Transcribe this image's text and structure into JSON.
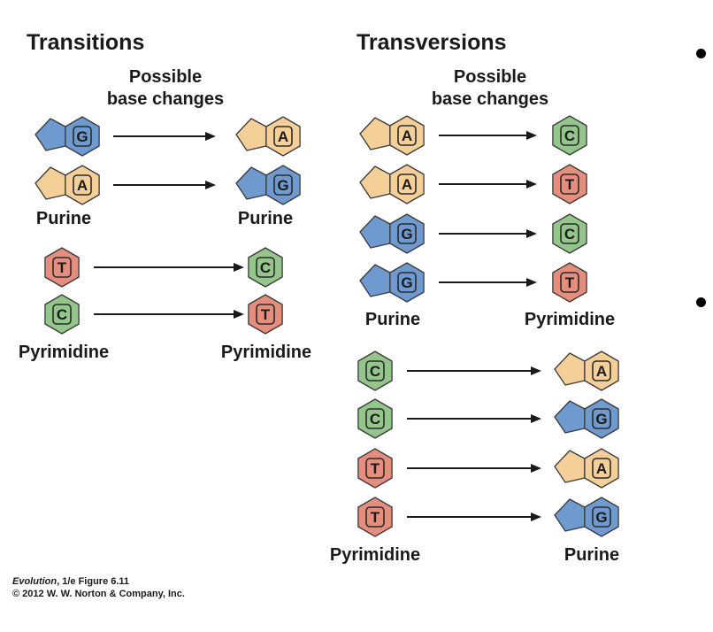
{
  "transitions": {
    "title": "Transitions",
    "header": [
      "Possible",
      "base changes"
    ],
    "purine_rows": [
      {
        "from": "G",
        "to": "A"
      },
      {
        "from": "A",
        "to": "G"
      }
    ],
    "purine_left_label": "Purine",
    "purine_right_label": "Purine",
    "pyrimidine_rows": [
      {
        "from": "T",
        "to": "C"
      },
      {
        "from": "C",
        "to": "T"
      }
    ],
    "pyrimidine_left_label": "Pyrimidine",
    "pyrimidine_right_label": "Pyrimidine"
  },
  "transversions": {
    "title": "Transversions",
    "header": [
      "Possible",
      "base changes"
    ],
    "purine_rows": [
      {
        "from": "A",
        "to": "C"
      },
      {
        "from": "A",
        "to": "T"
      },
      {
        "from": "G",
        "to": "C"
      },
      {
        "from": "G",
        "to": "T"
      }
    ],
    "purine_left_label": "Purine",
    "purine_right_label": "Pyrimidine",
    "pyrimidine_rows": [
      {
        "from": "C",
        "to": "A"
      },
      {
        "from": "C",
        "to": "G"
      },
      {
        "from": "T",
        "to": "A"
      },
      {
        "from": "T",
        "to": "G"
      }
    ],
    "pyrimidine_left_label": "Pyrimidine",
    "pyrimidine_right_label": "Purine"
  },
  "caption": {
    "book": "Evolution",
    "edition": ", 1/e  Figure 6.11",
    "copyright": "© 2012 W. W. Norton & Company, Inc."
  },
  "colors": {
    "A": "#f5cf98",
    "G": "#6f9ad0",
    "C": "#94c58a",
    "T": "#e58e7e",
    "outline": "#3a3a3a",
    "arrow": "#1a1a1a"
  }
}
